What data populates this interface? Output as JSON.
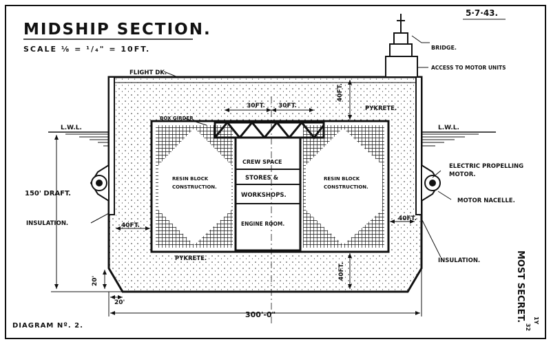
{
  "header": {
    "title": "MIDSHIP SECTION.",
    "scale": "SCALE ⅛ = ¹/₄\" = 10FT.",
    "date": "5·7·43."
  },
  "footer": {
    "diagram": "DIAGRAM Nº. 2.",
    "classification": "MOST SECRET.",
    "page_note": "32",
    "corner_mark": "1Y"
  },
  "labels": {
    "bridge": "BRIDGE.",
    "access": "ACCESS TO MOTOR UNITS",
    "flight_deck": "FLIGHT DK.",
    "box_girder": "BOX GIRDER",
    "lwl_left": "L.W.L.",
    "lwl_right": "L.W.L.",
    "pykrete_top": "PYKRETE.",
    "pykrete_bottom": "PYKRETE.",
    "resin_left_1": "RESIN BLOCK",
    "resin_left_2": "CONSTRUCTION.",
    "resin_right_1": "RESIN BLOCK",
    "resin_right_2": "CONSTRUCTION.",
    "crew_space": "CREW  SPACE",
    "stores": "STORES  &",
    "workshops": "WORKSHOPS.",
    "engine_room": "ENGINE  ROOM.",
    "draft": "150' DRAFT.",
    "insulation_left": "INSULATION.",
    "insulation_right": "INSULATION.",
    "electric_1": "ELECTRIC PROPELLING",
    "electric_2": "MOTOR.",
    "motor_nacelle": "MOTOR NACELLE."
  },
  "dimensions": {
    "span_left": "30FT.",
    "span_right": "30FT.",
    "top_thickness": "40FT.",
    "side_left": "40FT.",
    "side_right": "40FT.",
    "bottom_thickness": "40FT.",
    "keel_height": "20'",
    "keel_width": "20'",
    "overall_width": "300'-0\""
  }
}
